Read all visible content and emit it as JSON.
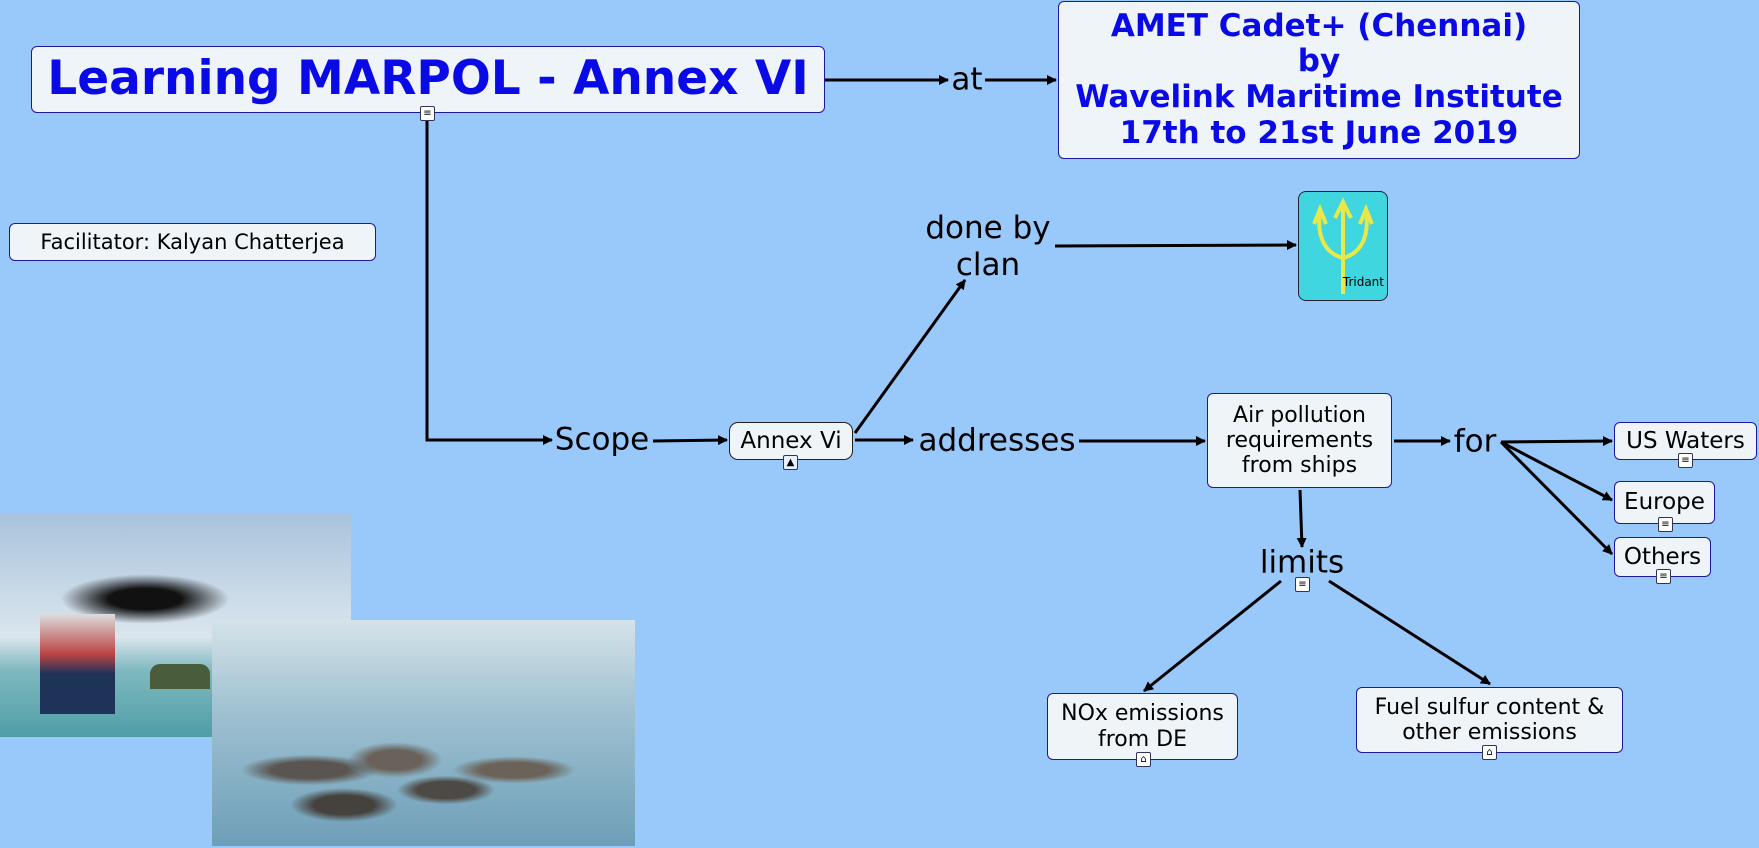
{
  "title": "Learning MARPOL - Annex VI",
  "link_at": "at",
  "institute": [
    "AMET Cadet+ (Chennai)",
    "by",
    "Wavelink Maritime Institute",
    "17th to 21st June 2019"
  ],
  "facilitator": "Facilitator: Kalyan Chatterjea",
  "link_done_by": [
    "done by",
    "clan"
  ],
  "trident_label": "Tridant",
  "link_scope": "Scope",
  "annex": "Annex Vi",
  "link_addresses": "addresses",
  "air_pollution": [
    "Air pollution",
    "requirements",
    "from ships"
  ],
  "link_for": "for",
  "regions": [
    "US Waters",
    "Europe",
    "Others"
  ],
  "link_limits": "limits",
  "nox": [
    "NOx emissions",
    "from DE"
  ],
  "fuel": [
    "Fuel sulfur content &",
    "other emissions"
  ],
  "colors": {
    "background": "#99c8fb",
    "title": "#0a0ae6",
    "node": "#eef4f7"
  }
}
